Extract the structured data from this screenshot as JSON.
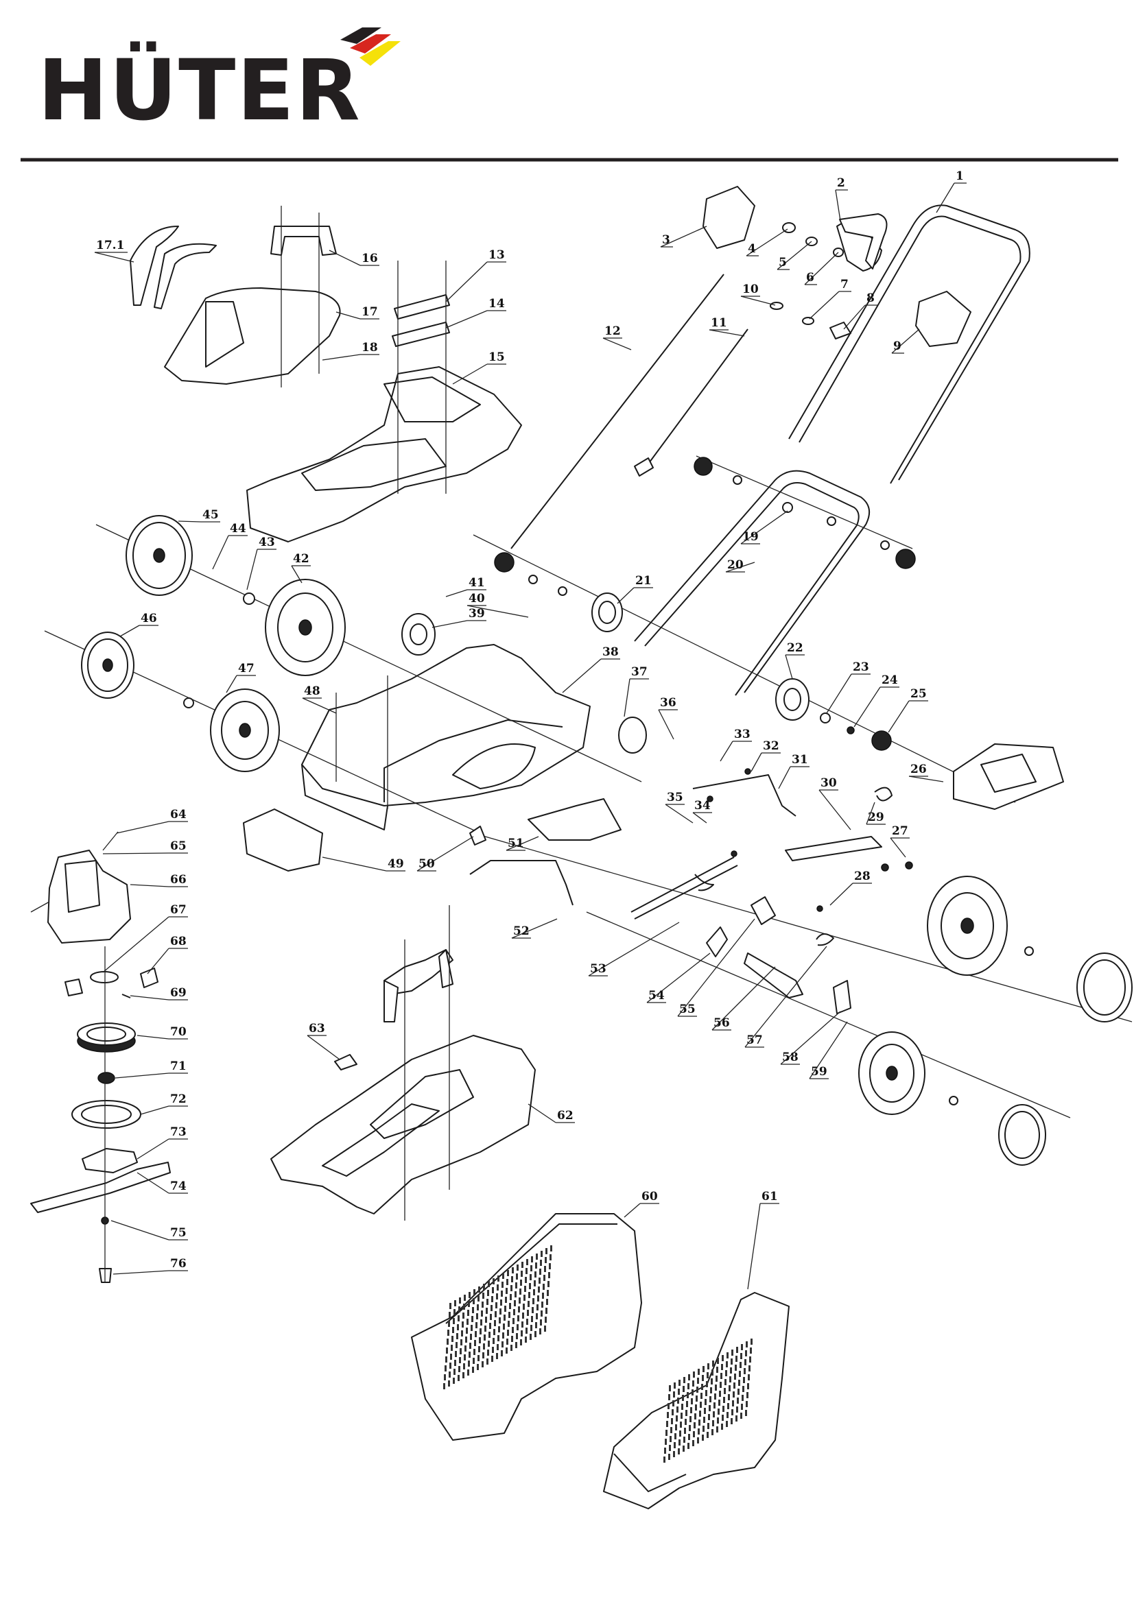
{
  "header": {
    "logo_text": "HÜTER",
    "logo_colors": {
      "text": "#231f20",
      "stripe_black": "#231f20",
      "stripe_red": "#d7261e",
      "stripe_yellow": "#f5e10a"
    },
    "rule_color": "#231f20"
  },
  "diagram": {
    "callouts": [
      "1",
      "2",
      "3",
      "4",
      "5",
      "6",
      "7",
      "8",
      "9",
      "10",
      "11",
      "12",
      "13",
      "14",
      "15",
      "16",
      "17",
      "17.1",
      "18",
      "19",
      "20",
      "21",
      "22",
      "23",
      "24",
      "25",
      "26",
      "27",
      "28",
      "29",
      "30",
      "31",
      "32",
      "33",
      "34",
      "35",
      "36",
      "37",
      "38",
      "39",
      "40",
      "41",
      "42",
      "43",
      "44",
      "45",
      "46",
      "47",
      "48",
      "49",
      "50",
      "51",
      "52",
      "53",
      "54",
      "55",
      "56",
      "57",
      "58",
      "59",
      "60",
      "61",
      "62",
      "63",
      "64",
      "65",
      "66",
      "67",
      "68",
      "69",
      "70",
      "71",
      "72",
      "73",
      "74",
      "75",
      "76"
    ]
  }
}
